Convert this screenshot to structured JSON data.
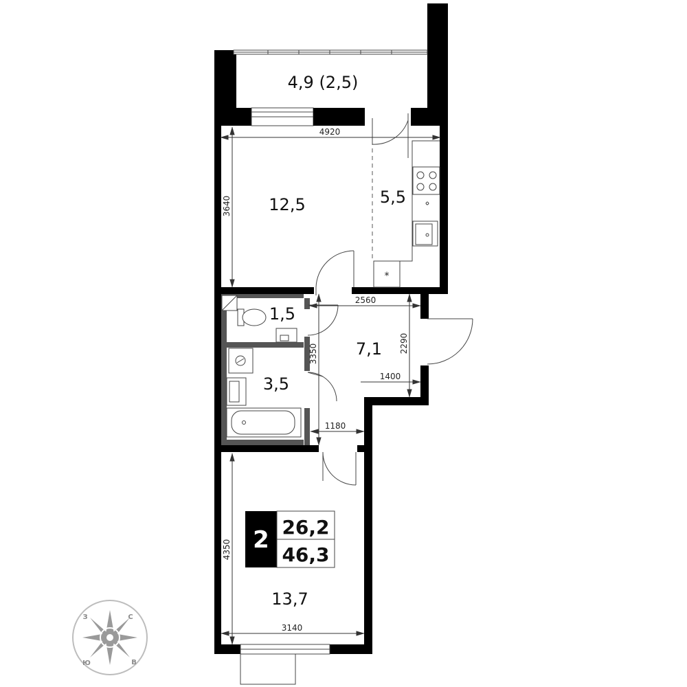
{
  "rooms": {
    "balcony": "4,9 (2,5)",
    "living": "12,5",
    "kitchen": "5,5",
    "wc": "1,5",
    "bath": "3,5",
    "hall": "7,1",
    "bedroom": "13,7"
  },
  "dimensions": {
    "width_top": "4920",
    "height_living": "3640",
    "hall_width": "2560",
    "hall_height": "2290",
    "corridor_height": "3350",
    "hall_depth": "1400",
    "corridor_width": "1180",
    "bedroom_height": "4350",
    "bedroom_width": "3140"
  },
  "badge": {
    "rooms_count": "2",
    "living_area": "26,2",
    "total_area": "46,3"
  },
  "compass": {
    "north": "С",
    "west": "З",
    "east": "В",
    "south": "Ю"
  }
}
